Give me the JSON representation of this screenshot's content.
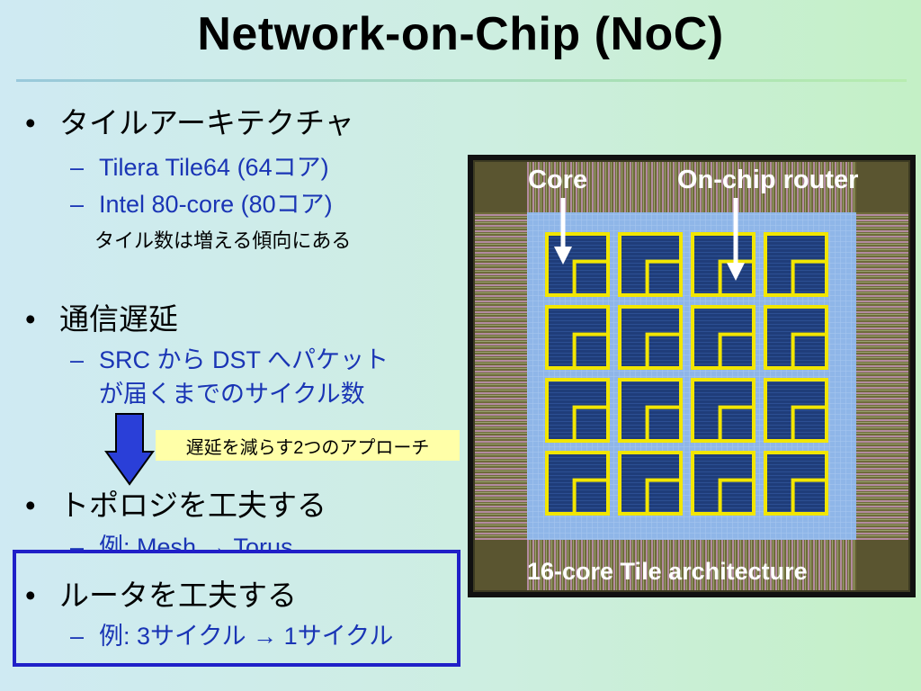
{
  "slide": {
    "title": "Network-on-Chip (NoC)",
    "bullets": [
      {
        "text": "タイルアーキテクチャ",
        "subs": [
          "Tilera Tile64 (64コア)",
          "Intel 80-core (80コア)"
        ],
        "note": "タイル数は増える傾向にある"
      },
      {
        "text": "通信遅延",
        "subs": [
          "SRC から DST へパケット",
          "が届くまでのサイクル数"
        ]
      },
      {
        "text": "トポロジを工夫する",
        "subs": [
          "例: Mesh → Torus"
        ]
      },
      {
        "text": "ルータを工夫する",
        "subs": [
          "例: 3サイクル → 1サイクル"
        ]
      }
    ],
    "callout": "遅延を減らす2つのアプローチ"
  },
  "figure": {
    "label_core": "Core",
    "label_router": "On-chip router",
    "caption": "16-core Tile architecture",
    "grid_rows": 4,
    "grid_cols": 4,
    "colors": {
      "tile_fill": "#1f3d7a",
      "tile_border": "#f2e600",
      "noc_background": "#8fb6e8",
      "arrow_down": "#2a3fd8"
    }
  }
}
